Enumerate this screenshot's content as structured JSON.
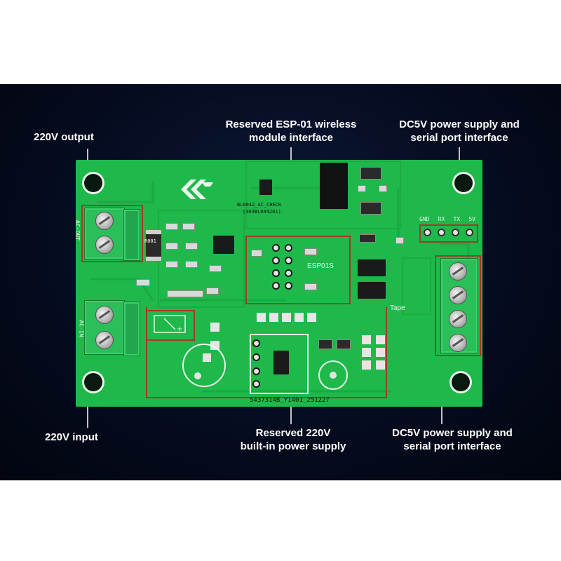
{
  "labels": {
    "output_220v": "220V output",
    "esp01_line1": "Reserved ESP-01 wireless",
    "esp01_line2": "module interface",
    "dc5v_top_line1": "DC5V power supply and",
    "dc5v_top_line2": "serial port interface",
    "input_220v": "220V input",
    "builtin_line1": "Reserved 220V",
    "builtin_line2": "built-in power supply",
    "dc5v_bottom_line1": "DC5V power supply and",
    "dc5v_bottom_line2": "serial port interface"
  },
  "silkscreen": {
    "chip_name": "BL0942_AC_CHECK",
    "chip_code": "(303BL094201)",
    "esp_label": "ESP01S",
    "tape_label": "Tape",
    "header_pins": [
      "GND",
      "RX",
      "TX",
      "5V"
    ],
    "ac_out": "AC-OUT",
    "ac_in": "AC-IN",
    "resistor": "R001",
    "board_code": "5437314B_Y1401_251227"
  },
  "colors": {
    "background": "#050b1e",
    "pcb_green": "#1fb84a",
    "outline_red": "#a23a2a",
    "label_text": "#ffffff"
  }
}
